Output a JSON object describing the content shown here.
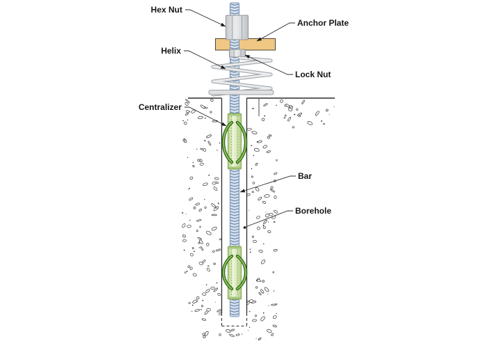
{
  "diagram": {
    "labels": {
      "hex_nut": "Hex Nut",
      "anchor_plate": "Anchor Plate",
      "helix": "Helix",
      "lock_nut": "Lock Nut",
      "centralizer": "Centralizer",
      "bar": "Bar",
      "borehole": "Borehole"
    },
    "colors": {
      "anchor_plate": "#F0C883",
      "bar_fill": "#D5E0EC",
      "bar_thread": "#5F81A9",
      "centralizer_fin": "#2E651B",
      "centralizer_fill": "#8CC455",
      "soil_stipple": "#2F2F2F",
      "line": "#2B2B2B",
      "background": "#FFFFFF"
    }
  }
}
